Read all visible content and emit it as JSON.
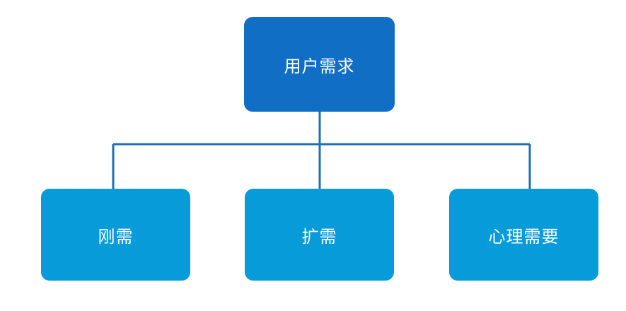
{
  "colors": {
    "root_fill": "#106EC5",
    "child_fill": "#079BD9",
    "connector": "#1D6FB6"
  },
  "root": {
    "label": "用户需求"
  },
  "children": [
    {
      "label": "刚需"
    },
    {
      "label": "扩需"
    },
    {
      "label": "心理需要"
    }
  ]
}
